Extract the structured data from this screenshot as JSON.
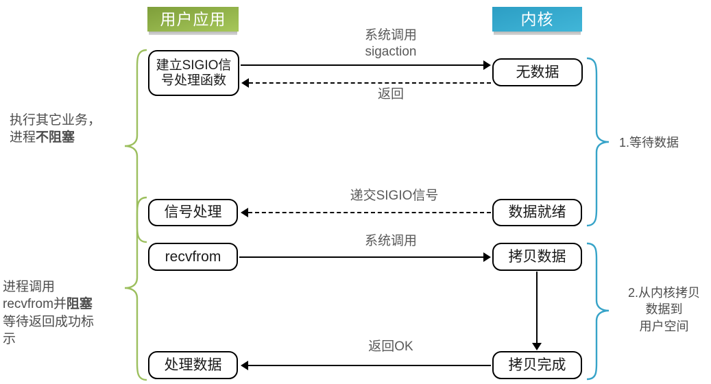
{
  "diagram": {
    "title": "SIGIO signal-driven IO model",
    "colors": {
      "user_header": "#8fb347",
      "kernel_header": "#35a9cd",
      "left_brace": "#9cbf5e",
      "right_brace": "#36a3c8",
      "node_border": "#000000",
      "label_text": "#595959"
    },
    "headers": {
      "user": "用户应用",
      "kernel": "内核"
    },
    "nodes": {
      "setup_handler": "建立SIGIO信\n号处理函数",
      "no_data": "无数据",
      "signal_handle": "信号处理",
      "data_ready": "数据就绪",
      "recvfrom": "recvfrom",
      "copy_data": "拷贝数据",
      "process_data": "处理数据",
      "copy_done": "拷贝完成"
    },
    "edges": {
      "syscall_sigaction": "系统调用\nsigaction",
      "return": "返回",
      "deliver_sigio": "递交SIGIO信号",
      "syscall": "系统调用",
      "return_ok": "返回OK"
    },
    "left_notes": {
      "non_blocking_pre": "执行其它业务，\n进程",
      "non_blocking_bold": "不阻塞",
      "blocking_line1": "进程调用",
      "blocking_line2_pre": "recvfrom并",
      "blocking_line2_bold": "阻塞",
      "blocking_line3": "等待返回成功标",
      "blocking_line4": "示"
    },
    "right_notes": {
      "phase1": "1.等待数据",
      "phase2": "2.从内核拷贝\n数据到\n用户空间"
    }
  }
}
